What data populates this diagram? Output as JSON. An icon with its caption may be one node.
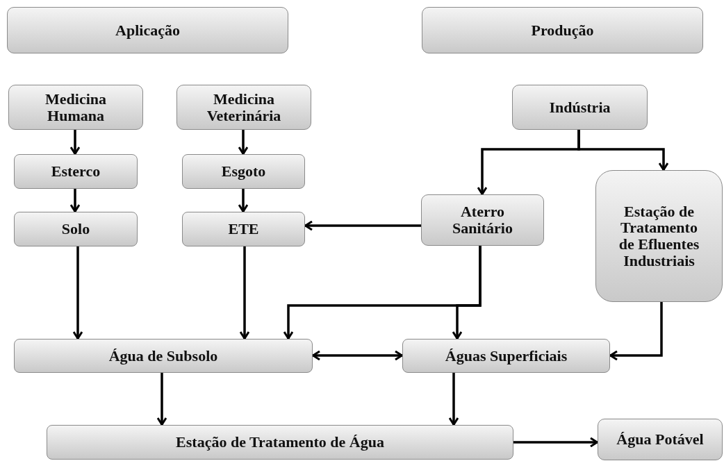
{
  "diagram": {
    "nodes": [
      {
        "text": [
          "Aplicação"
        ]
      },
      {
        "text": [
          "Produção"
        ]
      },
      {
        "text": [
          "Medicina Humana"
        ]
      },
      {
        "text": [
          "Medicina Veterinária"
        ]
      },
      {
        "text": [
          "Indústria"
        ]
      },
      {
        "text": [
          "Esterco"
        ]
      },
      {
        "text": [
          "Esgoto"
        ]
      },
      {
        "text": [
          "Aterro Sanitário"
        ]
      },
      {
        "text": [
          "Estação de Tratamento de Efluentes Industriais"
        ]
      },
      {
        "text": [
          "Solo"
        ]
      },
      {
        "text": [
          "ETE"
        ]
      },
      {
        "text": [
          "Água de Subsolo"
        ]
      },
      {
        "text": [
          "Águas Superficiais"
        ]
      },
      {
        "text": [
          "Estação de Tratamento de Água"
        ]
      },
      {
        "text": [
          "Água Potável"
        ]
      }
    ],
    "edges": [
      {
        "from": 2,
        "to": 5,
        "arrow": "to"
      },
      {
        "from": 3,
        "to": 6,
        "arrow": "to"
      },
      {
        "from": 4,
        "to": 7,
        "arrow": "to"
      },
      {
        "from": 4,
        "to": 8,
        "arrow": "to"
      },
      {
        "from": 5,
        "to": 9,
        "arrow": "to"
      },
      {
        "from": 6,
        "to": 10,
        "arrow": "to"
      },
      {
        "from": 7,
        "to": 10,
        "arrow": "to"
      },
      {
        "from": 7,
        "to": 11,
        "arrow": "to"
      },
      {
        "from": 7,
        "to": 12,
        "arrow": "to"
      },
      {
        "from": 8,
        "to": 12,
        "arrow": "to"
      },
      {
        "from": 9,
        "to": 11,
        "arrow": "to"
      },
      {
        "from": 10,
        "to": 11,
        "arrow": "to"
      },
      {
        "from": 11,
        "to": 12,
        "arrow": "both"
      },
      {
        "from": 11,
        "to": 13,
        "arrow": "to"
      },
      {
        "from": 12,
        "to": 13,
        "arrow": "to"
      },
      {
        "from": 13,
        "to": 14,
        "arrow": "to"
      }
    ]
  }
}
